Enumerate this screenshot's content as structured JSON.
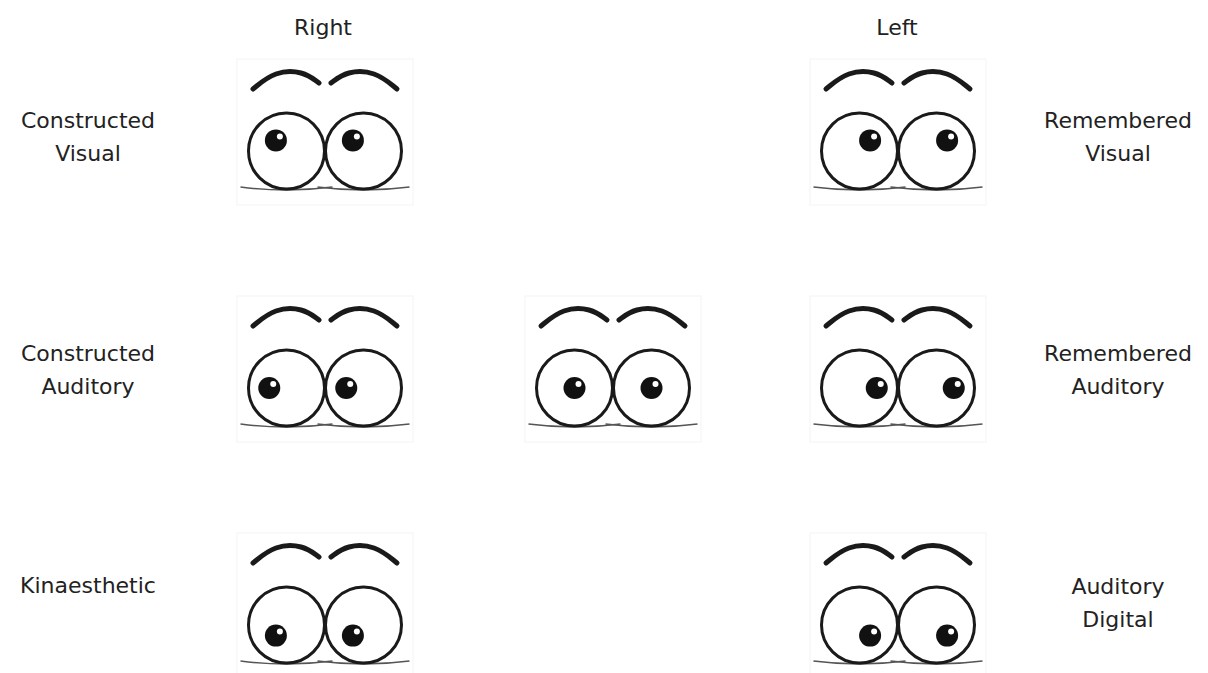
{
  "diagram": {
    "labels": [
      "Right",
      "Left",
      "Constructed Visual",
      "Remembered Visual",
      "Constructed Auditory",
      "Remembered Auditory",
      "Kinaesthetic",
      "Auditory Digital"
    ]
  }
}
